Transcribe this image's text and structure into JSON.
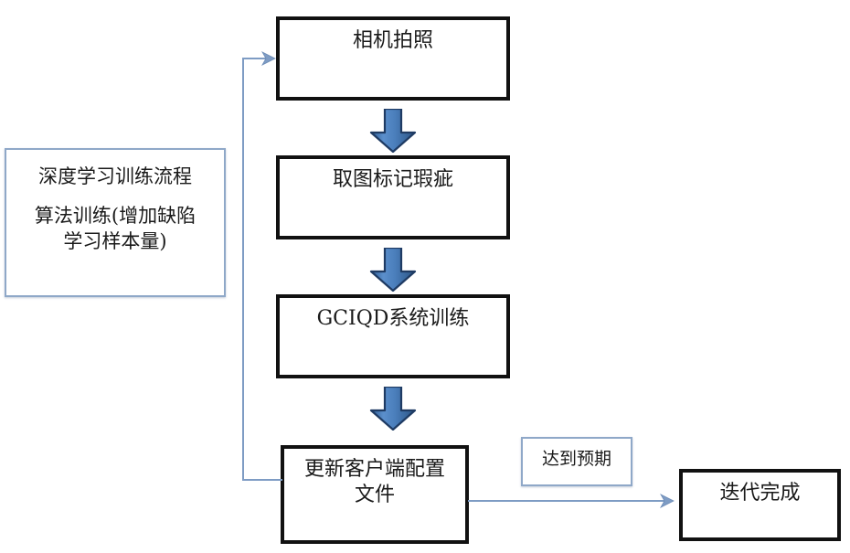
{
  "diagram": {
    "title_text": "深度学习训练流程",
    "annotation": {
      "heading": "深度学习训练流程",
      "body": "算法训练(增加缺陷\n学习样本量)"
    },
    "nodes": [
      {
        "id": "camera-capture",
        "label": "相机拍照",
        "style": "black-thick"
      },
      {
        "id": "mark-defects",
        "label": "取图标记瑕疵",
        "style": "black-thick"
      },
      {
        "id": "gciqd-training",
        "label": "GCIQD系统训练",
        "style": "black-thick"
      },
      {
        "id": "update-client-config",
        "label": "更新客户端配置\n文件",
        "style": "black-thick"
      },
      {
        "id": "iteration-done",
        "label": "迭代完成",
        "style": "black-thick"
      }
    ],
    "labels": [
      {
        "id": "meets-expectation",
        "label": "达到预期",
        "style": "thin-blue"
      }
    ],
    "connectors": [
      {
        "id": "arrow-capture-to-mark",
        "type": "block-arrow",
        "direction": "down",
        "from": "camera-capture",
        "to": "mark-defects"
      },
      {
        "id": "arrow-mark-to-training",
        "type": "block-arrow",
        "direction": "down",
        "from": "mark-defects",
        "to": "gciqd-training"
      },
      {
        "id": "arrow-training-to-update",
        "type": "block-arrow",
        "direction": "down",
        "from": "gciqd-training",
        "to": "update-client-config"
      },
      {
        "id": "feedback-loop",
        "type": "line-arrow",
        "direction": "up-right",
        "from": "update-client-config",
        "to": "camera-capture"
      },
      {
        "id": "arrow-update-to-done",
        "type": "line-arrow",
        "direction": "right",
        "from": "update-client-config",
        "to": "iteration-done",
        "label": "达到预期"
      }
    ],
    "colors": {
      "node_border": "#111111",
      "thin_border": "#8fa8c8",
      "arrow_fill": "#4a7ebb",
      "arrow_outline": "#1f3b63",
      "connector_line": "#7e9cc4",
      "text": "#1a1a1a",
      "background": "#ffffff"
    }
  }
}
